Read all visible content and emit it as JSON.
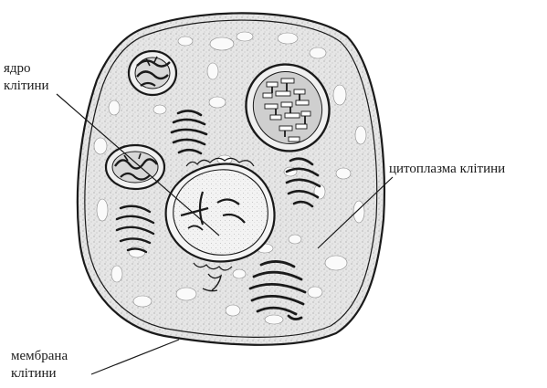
{
  "labels": {
    "nucleus": [
      "ядро",
      "клітини"
    ],
    "cytoplasm": "цитоплазма клітини",
    "membrane": [
      "мембрана",
      "клітини"
    ]
  },
  "colors": {
    "cytoplasm_fill": "#e4e4e4",
    "stroke": "#1a1a1a",
    "nucleus_fill": "#f2f2f2"
  }
}
